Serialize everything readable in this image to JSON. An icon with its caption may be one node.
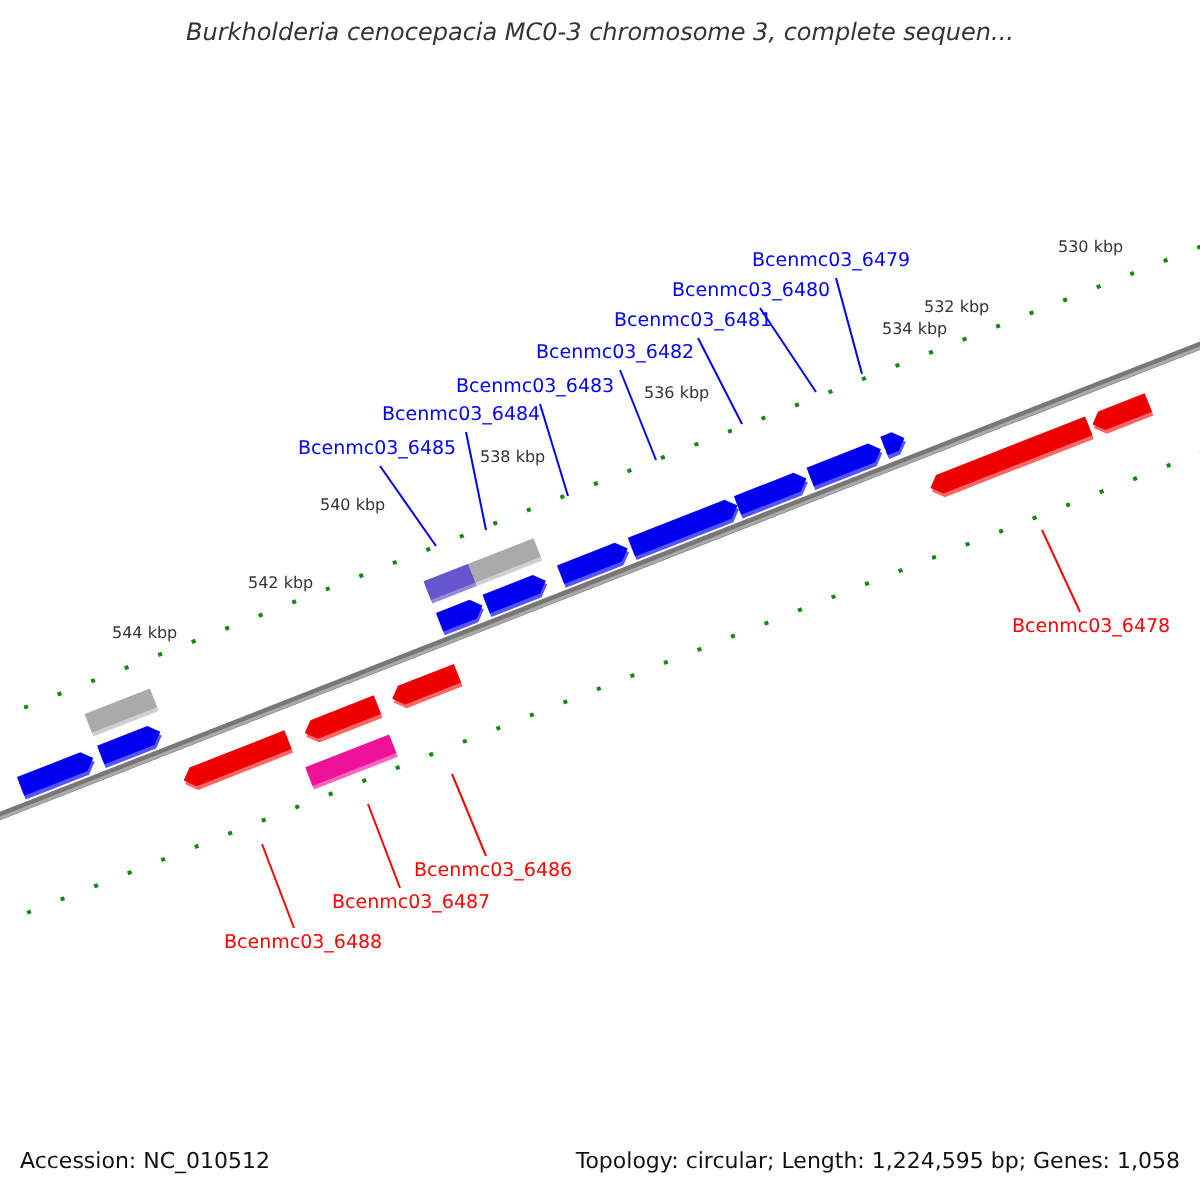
{
  "diagram": {
    "title": "Burkholderia cenocepacia MC0-3 chromosome 3, complete sequen...",
    "nodes": [
      {
        "text": [
          "Bcenmc03_6479"
        ]
      },
      {
        "text": [
          "Bcenmc03_6480"
        ]
      },
      {
        "text": [
          "Bcenmc03_6481"
        ]
      },
      {
        "text": [
          "Bcenmc03_6482"
        ]
      },
      {
        "text": [
          "Bcenmc03_6483"
        ]
      },
      {
        "text": [
          "Bcenmc03_6484"
        ]
      },
      {
        "text": [
          "Bcenmc03_6485"
        ]
      },
      {
        "text": [
          "Bcenmc03_6478"
        ]
      },
      {
        "text": [
          "Bcenmc03_6486"
        ]
      },
      {
        "text": [
          "Bcenmc03_6487"
        ]
      },
      {
        "text": [
          "Bcenmc03_6488"
        ]
      }
    ],
    "edges": [
      {
        "from": 0,
        "to": null,
        "arrow": "none"
      },
      {
        "from": 1,
        "to": null,
        "arrow": "none"
      },
      {
        "from": 2,
        "to": null,
        "arrow": "none"
      },
      {
        "from": 3,
        "to": null,
        "arrow": "none"
      },
      {
        "from": 4,
        "to": null,
        "arrow": "none"
      },
      {
        "from": 5,
        "to": null,
        "arrow": "none"
      },
      {
        "from": 6,
        "to": null,
        "arrow": "none"
      },
      {
        "from": 7,
        "to": null,
        "arrow": "none",
        "color": "#ff0000"
      },
      {
        "from": 8,
        "to": null,
        "arrow": "none",
        "color": "#ff0000"
      },
      {
        "from": 9,
        "to": null,
        "arrow": "none",
        "color": "#ff0000"
      },
      {
        "from": 10,
        "to": null,
        "arrow": "none",
        "color": "#ff0000"
      }
    ],
    "labels": [
      "530 kbp",
      "532 kbp",
      "534 kbp",
      "536 kbp",
      "538 kbp",
      "540 kbp",
      "542 kbp",
      "544 kbp",
      "Accession: NC_010512",
      "Topology: circular; Length: 1,224,595 bp; Genes: 1,058"
    ]
  }
}
